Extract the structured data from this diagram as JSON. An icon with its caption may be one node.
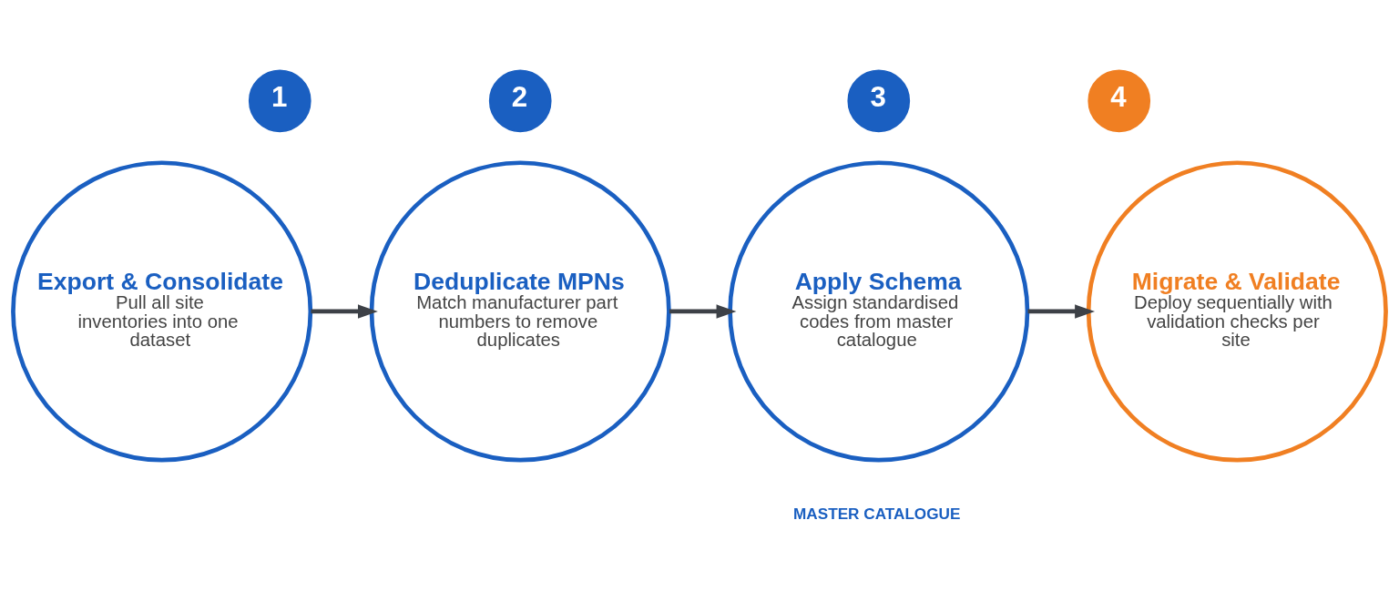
{
  "diagram": {
    "nodes": [
      {
        "text": [
          "1"
        ]
      },
      {
        "text": [
          "2"
        ]
      },
      {
        "text": [
          "3"
        ]
      },
      {
        "text": [
          "4"
        ]
      },
      {
        "text": [
          "Export & Consolidate",
          "Pull all site inventories into one dataset"
        ]
      },
      {
        "text": [
          "Deduplicate MPNs",
          "Match manufacturer part numbers to remove duplicates"
        ]
      },
      {
        "text": [
          "Apply Schema",
          "Assign standardised codes from master catalogue"
        ]
      },
      {
        "text": [
          "Migrate & Validate",
          "Deploy sequentially with validation checks per site"
        ]
      }
    ],
    "edges": [
      {
        "from": 4,
        "to": 5,
        "arrow": "to"
      },
      {
        "from": 5,
        "to": 6,
        "arrow": "to"
      },
      {
        "from": 6,
        "to": 7,
        "arrow": "to"
      }
    ],
    "labels": [
      "MASTER CATALOGUE"
    ]
  }
}
